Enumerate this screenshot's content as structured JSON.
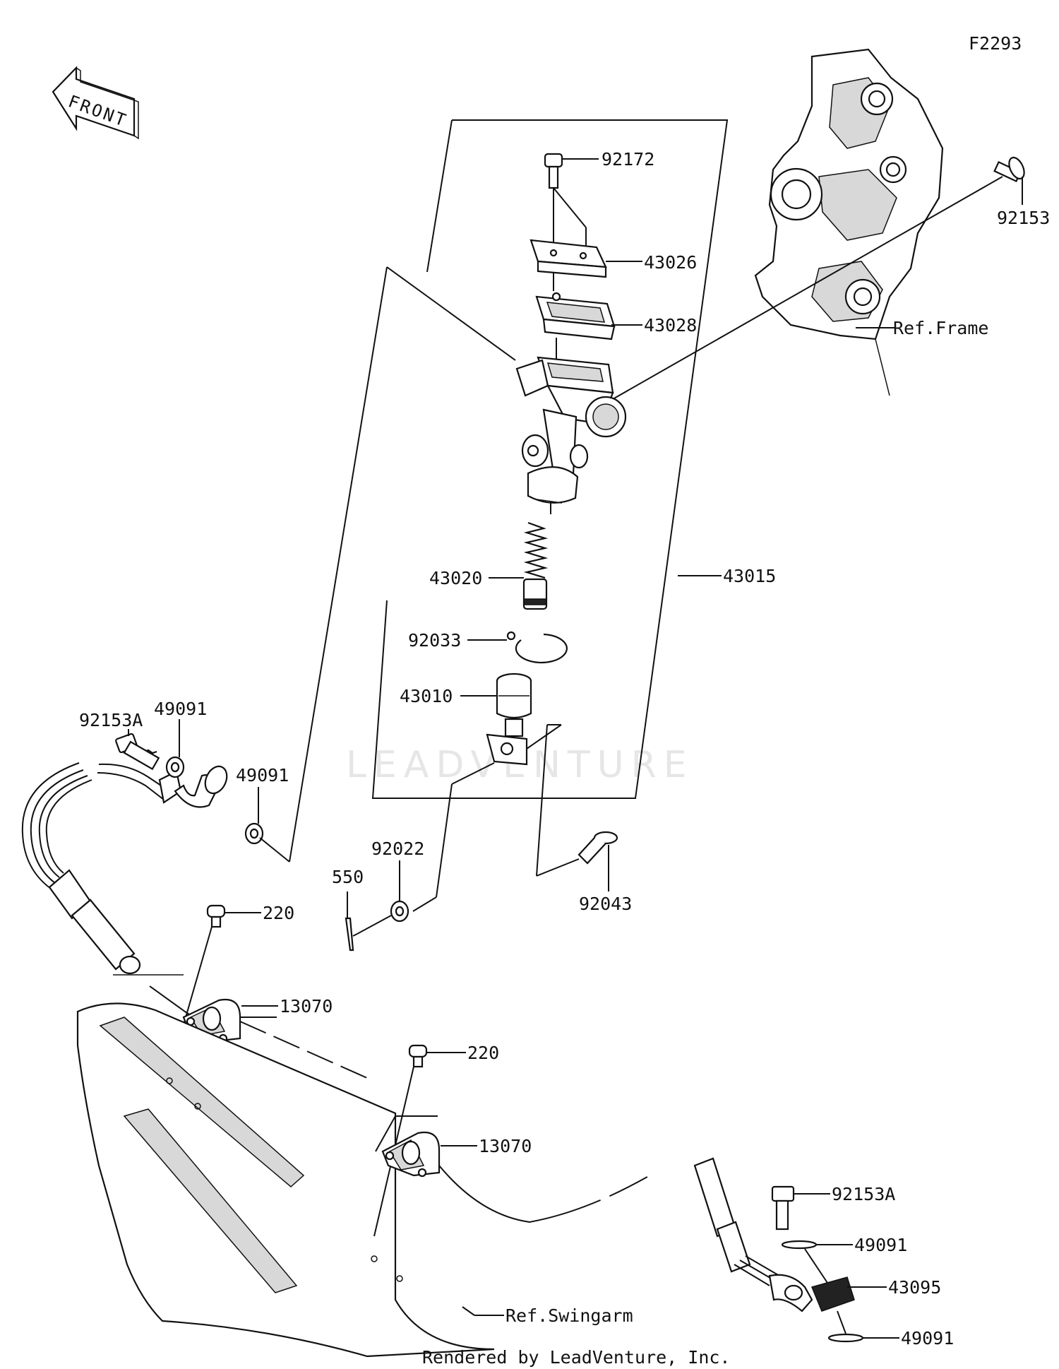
{
  "figure_code": "F2293",
  "front_label": "FRONT",
  "watermark": "LEADVENTURE",
  "footer": "Rendered by LeadVenture, Inc.",
  "refs": {
    "frame": "Ref.Frame",
    "swingarm": "Ref.Swingarm"
  },
  "parts": {
    "p92172": "92172",
    "p43026": "43026",
    "p43028": "43028",
    "p92153": "92153",
    "p43020": "43020",
    "p43015": "43015",
    "p92033": "92033",
    "p43010": "43010",
    "p92153A_top": "92153A",
    "p49091_a": "49091",
    "p49091_b": "49091",
    "p92022": "92022",
    "p550": "550",
    "p92043": "92043",
    "p220_a": "220",
    "p13070_a": "13070",
    "p220_b": "220",
    "p13070_b": "13070",
    "p92153A_bottom": "92153A",
    "p49091_c": "49091",
    "p43095": "43095",
    "p49091_d": "49091"
  }
}
